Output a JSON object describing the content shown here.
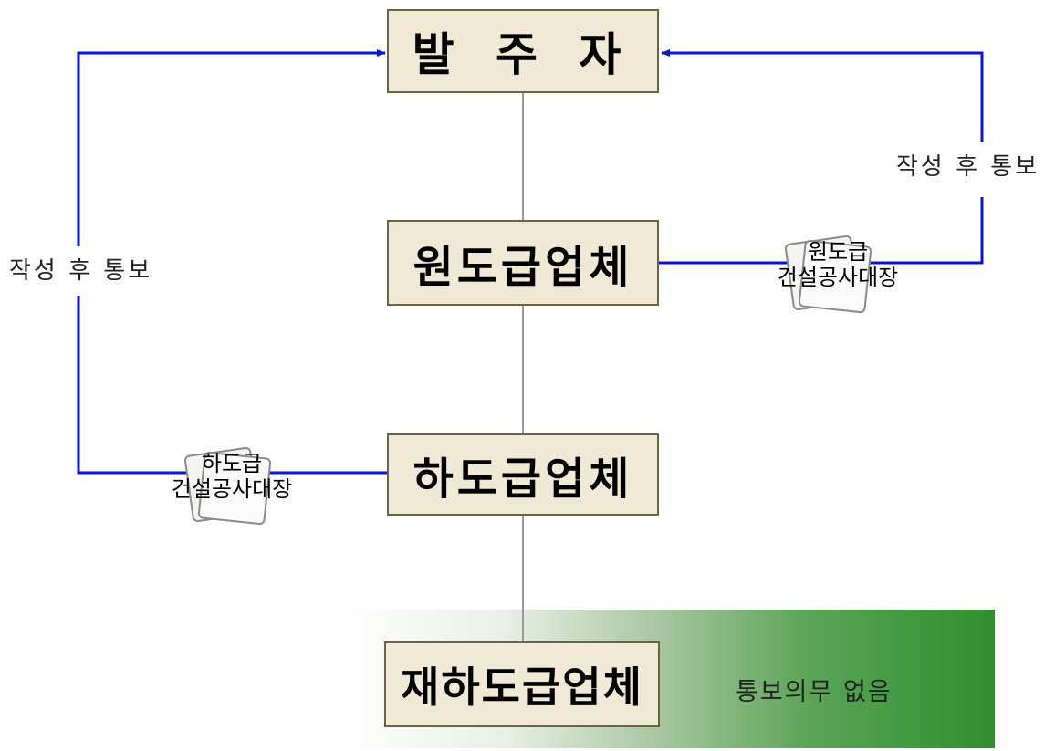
{
  "boxes": {
    "client": "발 주 자",
    "prime_contractor": "원도급업체",
    "subcontractor": "하도급업체",
    "re_subcontractor": "재하도급업체"
  },
  "notes": {
    "left": "작성 후 통보",
    "right": "작성 후 통보",
    "no_obligation": "통보의무 없음"
  },
  "documents": {
    "prime": {
      "line1": "원도급",
      "line2": "건설공사대장"
    },
    "sub": {
      "line1": "하도급",
      "line2": "건설공사대장"
    }
  },
  "colors": {
    "arrow": "#0a14d8",
    "connector": "#9a9a9a",
    "box_fill": "#efe9d6",
    "box_border": "#6b6440",
    "band_end": "#2e8f2c"
  }
}
